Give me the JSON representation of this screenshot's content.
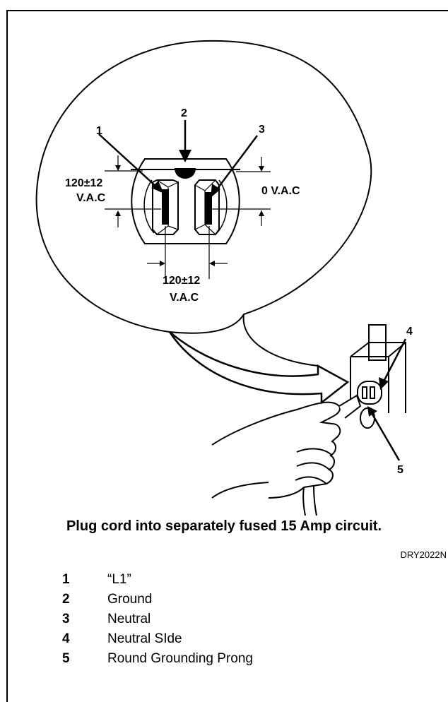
{
  "callouts": {
    "c1": "1",
    "c2": "2",
    "c3": "3",
    "c4": "4",
    "c5": "5"
  },
  "voltages": {
    "left_l1": "120±12",
    "left_l2": "V.A.C",
    "right": "0 V.A.C",
    "bottom_l1": "120±12",
    "bottom_l2": "V.A.C"
  },
  "caption": "Plug cord into separately fused 15 Amp circuit.",
  "figure_code": "DRY2022N",
  "legend": [
    {
      "num": "1",
      "text": "“L1”"
    },
    {
      "num": "2",
      "text": "Ground"
    },
    {
      "num": "3",
      "text": "Neutral"
    },
    {
      "num": "4",
      "text": "Neutral SIde"
    },
    {
      "num": "5",
      "text": "Round Grounding Prong"
    }
  ]
}
